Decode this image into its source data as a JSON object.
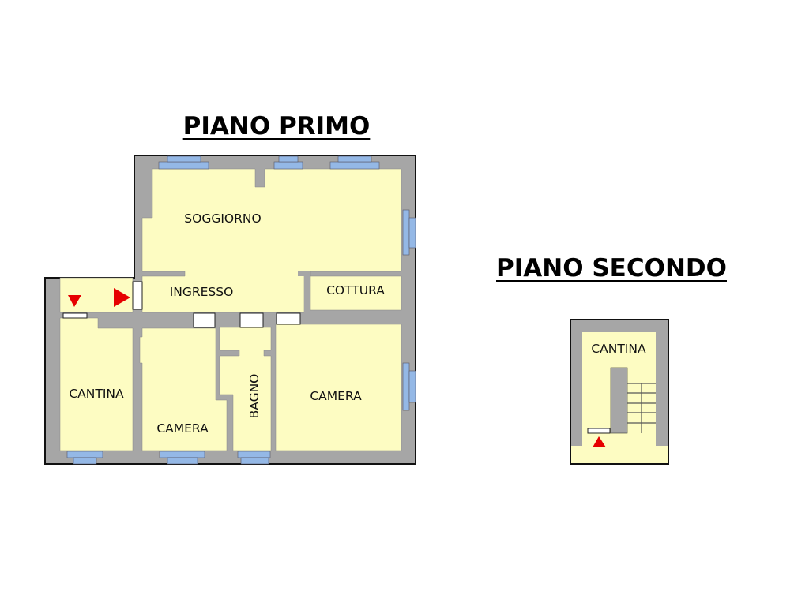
{
  "titles": {
    "first_floor": "PIANO PRIMO",
    "second_floor": "PIANO SECONDO"
  },
  "rooms": {
    "soggiorno": "SOGGIORNO",
    "ingresso": "INGRESSO",
    "cottura": "COTTURA",
    "cantina": "CANTINA",
    "camera_left": "CAMERA",
    "bagno": "BAGNO",
    "camera_right": "CAMERA",
    "cantina_second": "CANTINA"
  },
  "colors": {
    "wall": "#a6a6a6",
    "room": "#fdfcc2",
    "window": "#94b8e6",
    "arrow": "#e60000",
    "outline": "#111111"
  }
}
